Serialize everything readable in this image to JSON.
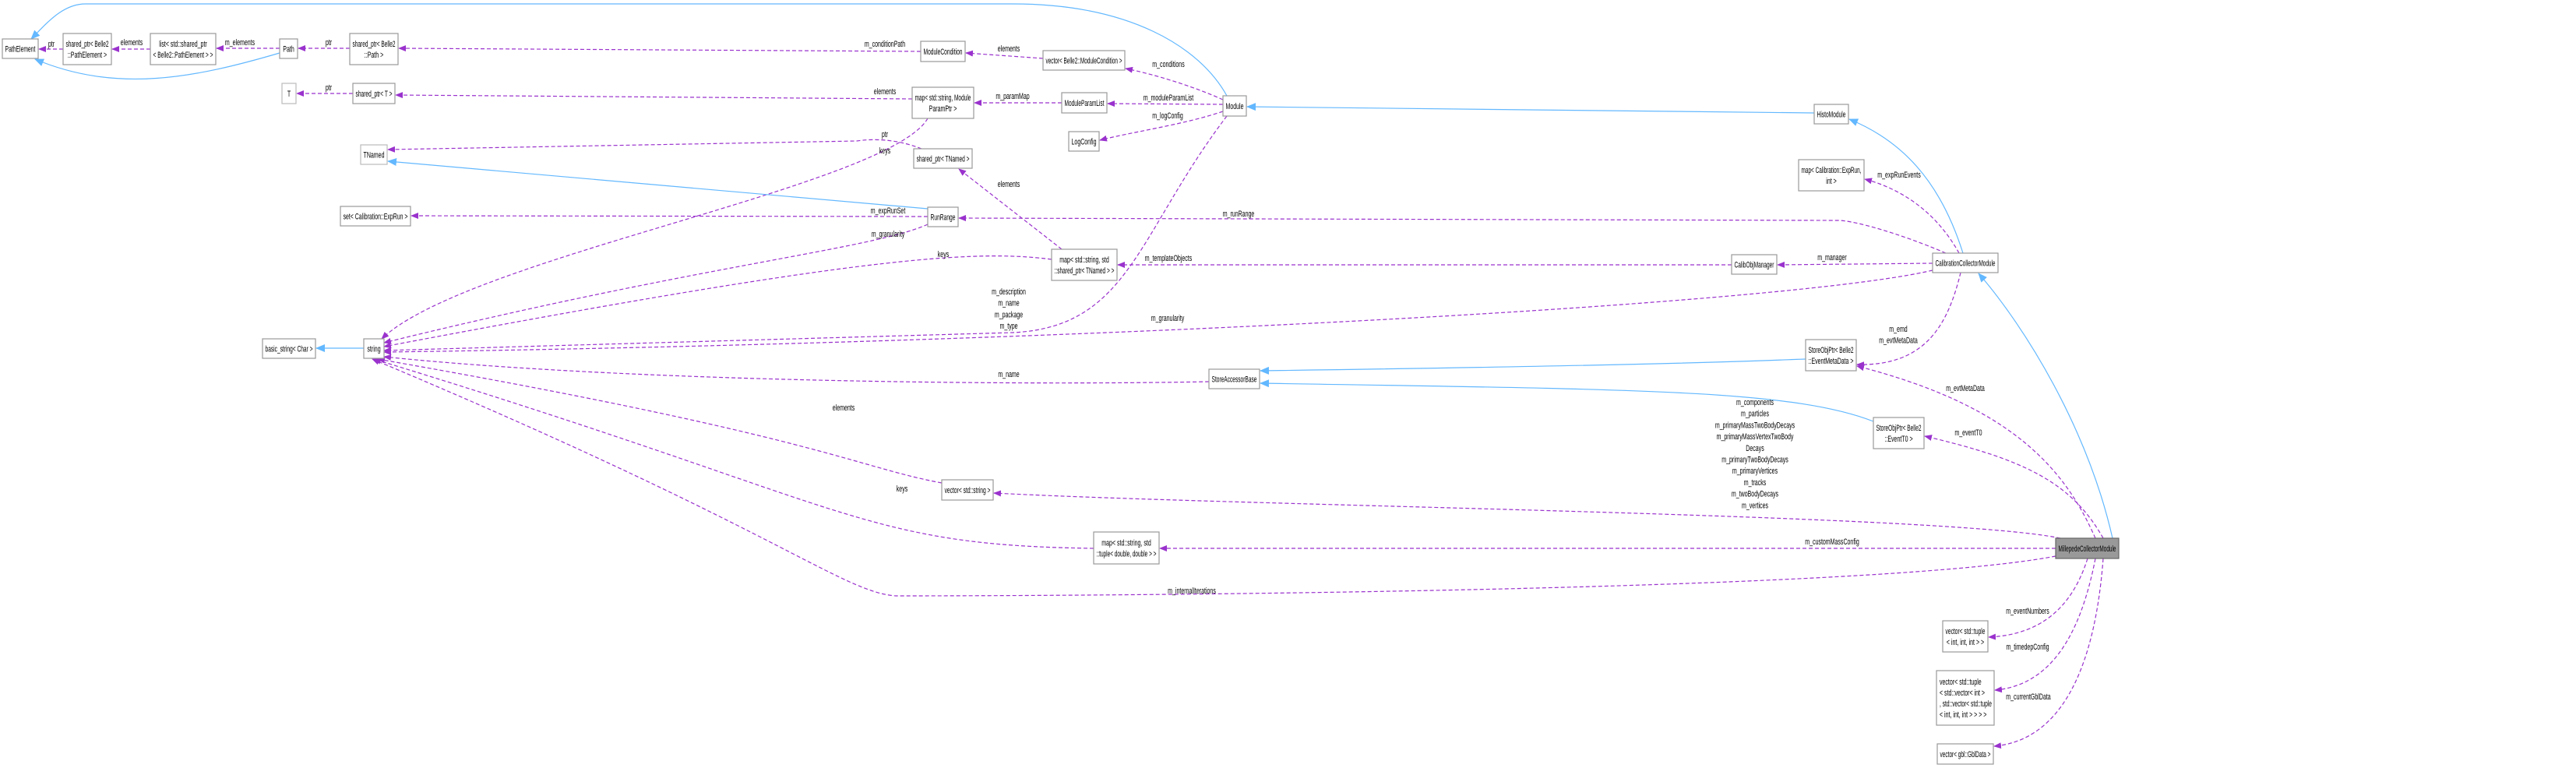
{
  "nodes": [
    {
      "id": "PathElement",
      "lines": [
        "PathElement"
      ]
    },
    {
      "id": "sp_PathElement",
      "lines": [
        "shared_ptr< Belle2",
        "::PathElement >"
      ]
    },
    {
      "id": "list_sp",
      "lines": [
        "list< std::shared_ptr",
        "< Belle2::PathElement > >"
      ]
    },
    {
      "id": "Path",
      "lines": [
        "Path"
      ]
    },
    {
      "id": "sp_Path",
      "lines": [
        "shared_ptr< Belle2",
        "::Path >"
      ]
    },
    {
      "id": "T",
      "lines": [
        "T"
      ]
    },
    {
      "id": "sp_T",
      "lines": [
        "shared_ptr< T >"
      ]
    },
    {
      "id": "TNamed",
      "lines": [
        "TNamed"
      ]
    },
    {
      "id": "set_ExpRun",
      "lines": [
        "set< Calibration::ExpRun >"
      ]
    },
    {
      "id": "basic_string",
      "lines": [
        "basic_string< Char >"
      ]
    },
    {
      "id": "string",
      "lines": [
        "string"
      ]
    },
    {
      "id": "ModuleCondition",
      "lines": [
        "ModuleCondition"
      ]
    },
    {
      "id": "vec_ModuleCondition",
      "lines": [
        "vector< Belle2::ModuleCondition >"
      ]
    },
    {
      "id": "map_ModuleParamPtr",
      "lines": [
        "map< std::string, Module",
        "ParamPtr >"
      ]
    },
    {
      "id": "ModuleParamList",
      "lines": [
        "ModuleParamList"
      ]
    },
    {
      "id": "LogConfig",
      "lines": [
        "LogConfig"
      ]
    },
    {
      "id": "Module",
      "lines": [
        "Module"
      ]
    },
    {
      "id": "sp_TNamed",
      "lines": [
        "shared_ptr< TNamed >"
      ]
    },
    {
      "id": "RunRange",
      "lines": [
        "RunRange"
      ]
    },
    {
      "id": "map_sp_TNamed",
      "lines": [
        "map< std::string, std",
        "::shared_ptr< TNamed > >"
      ]
    },
    {
      "id": "StoreAccessorBase",
      "lines": [
        "StoreAccessorBase"
      ]
    },
    {
      "id": "HistoModule",
      "lines": [
        "HistoModule"
      ]
    },
    {
      "id": "map_ExpRun_int",
      "lines": [
        "map< Calibration::ExpRun,",
        "int >"
      ]
    },
    {
      "id": "CalibObjManager",
      "lines": [
        "CalibObjManager"
      ]
    },
    {
      "id": "CalibrationCollectorModule",
      "lines": [
        "CalibrationCollectorModule"
      ]
    },
    {
      "id": "sop_EventMetaData",
      "lines": [
        "StoreObjPtr< Belle2",
        "::EventMetaData >"
      ]
    },
    {
      "id": "sop_EventT0",
      "lines": [
        "StoreObjPtr< Belle2",
        "::EventT0 >"
      ]
    },
    {
      "id": "MillepedeCollectorModule",
      "lines": [
        "MillepedeCollectorModule"
      ]
    },
    {
      "id": "vec_tuple_int",
      "lines": [
        "vector< std::tuple",
        "< int, int, int > >"
      ]
    },
    {
      "id": "vec_tuple_vec",
      "lines": [
        "vector< std::tuple",
        "< std::vector< int >",
        ", std::vector< std::tuple",
        "< int, int, int > > > >"
      ]
    },
    {
      "id": "vec_GblData",
      "lines": [
        "vector< gbl::GblData >"
      ]
    },
    {
      "id": "vec_string",
      "lines": [
        "vector< std::string >"
      ]
    },
    {
      "id": "map_tuple_double",
      "lines": [
        "map< std::string, std",
        "::tuple< double, double > >"
      ]
    }
  ],
  "edge_labels": [
    [
      "ptr"
    ],
    [
      "elements"
    ],
    [
      "m_elements"
    ],
    [
      "ptr"
    ],
    [
      "m_conditionPath"
    ],
    [
      "elements"
    ],
    [
      "m_conditions"
    ],
    [
      "ptr"
    ],
    [
      "elements"
    ],
    [
      "m_paramMap"
    ],
    [
      "m_moduleParamList"
    ],
    [
      "m_logConfig"
    ],
    [
      "keys"
    ],
    [
      "ptr"
    ],
    [
      "elements"
    ],
    [
      "m_expRunSet"
    ],
    [
      "m_runRange"
    ],
    [
      "m_granularity"
    ],
    [
      "keys"
    ],
    [
      "m_templateObjects"
    ],
    [
      "m_manager"
    ],
    [
      "m_description",
      "m_name",
      "m_package",
      "m_type"
    ],
    [
      "m_granularity"
    ],
    [
      "m_name"
    ],
    [
      "m_expRunEvents"
    ],
    [
      "m_emd",
      "m_evtMetaData"
    ],
    [
      "m_evtMetaData"
    ],
    [
      "m_eventT0"
    ],
    [
      "elements"
    ],
    [
      "m_components",
      "m_particles",
      "m_primaryMassTwoBodyDecays",
      "m_primaryMassVertexTwoBody",
      "Decays",
      "m_primaryTwoBodyDecays",
      "m_primaryVertices",
      "m_tracks",
      "m_twoBodyDecays",
      "m_vertices"
    ],
    [
      "keys"
    ],
    [
      "m_customMassConfig"
    ],
    [
      "m_internalIterations"
    ],
    [
      "m_eventNumbers"
    ],
    [
      "m_timedepConfig"
    ],
    [
      "m_currentGblData"
    ]
  ],
  "colors": {
    "dependency": "#9a32cd",
    "inheritance": "#63b8ff",
    "focus_node": "#999999"
  }
}
